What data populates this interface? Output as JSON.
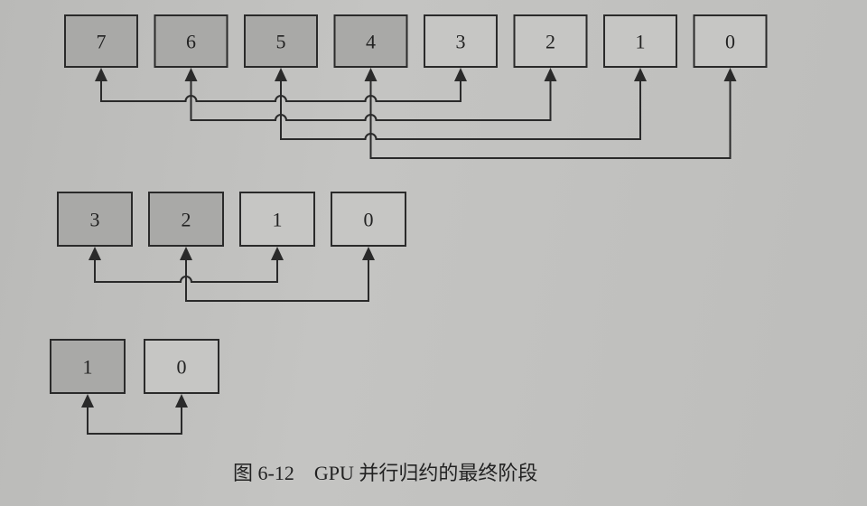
{
  "rows": [
    {
      "boxes": [
        {
          "label": "7",
          "shaded": true
        },
        {
          "label": "6",
          "shaded": true
        },
        {
          "label": "5",
          "shaded": true
        },
        {
          "label": "4",
          "shaded": true
        },
        {
          "label": "3",
          "shaded": false
        },
        {
          "label": "2",
          "shaded": false
        },
        {
          "label": "1",
          "shaded": false
        },
        {
          "label": "0",
          "shaded": false
        }
      ],
      "pairs": [
        [
          0,
          4
        ],
        [
          1,
          5
        ],
        [
          2,
          6
        ],
        [
          3,
          7
        ]
      ]
    },
    {
      "boxes": [
        {
          "label": "3",
          "shaded": true
        },
        {
          "label": "2",
          "shaded": true
        },
        {
          "label": "1",
          "shaded": false
        },
        {
          "label": "0",
          "shaded": false
        }
      ],
      "pairs": [
        [
          0,
          2
        ],
        [
          1,
          3
        ]
      ]
    },
    {
      "boxes": [
        {
          "label": "1",
          "shaded": true
        },
        {
          "label": "0",
          "shaded": false
        }
      ],
      "pairs": [
        [
          0,
          1
        ]
      ]
    }
  ],
  "colors": {
    "shaded": "#a9a9a7",
    "plain": "#c6c6c4",
    "stroke": "#2a2a2a"
  },
  "caption": {
    "figure_no": "图 6-12",
    "title": "GPU 并行归约的最终阶段"
  }
}
